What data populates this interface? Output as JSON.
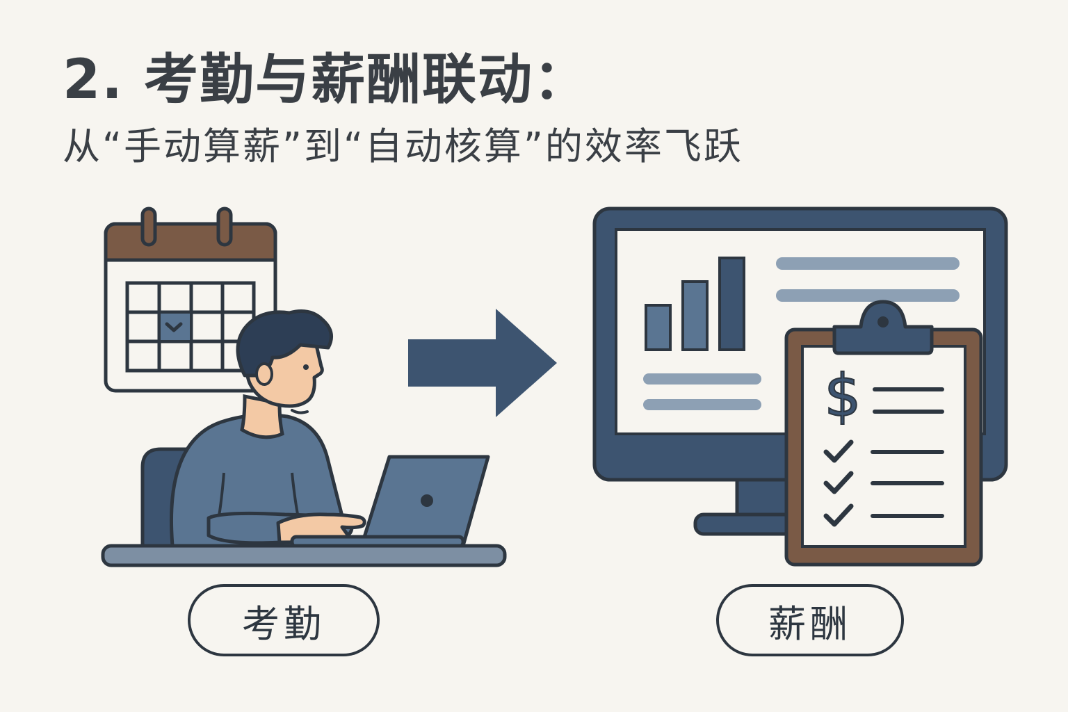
{
  "header": {
    "title": "2. 考勤与薪酬联动：",
    "subtitle": "从“手动算薪”到“自动核算”的效率飞跃"
  },
  "labels": {
    "attendance": "考勤",
    "payroll": "薪酬"
  },
  "icons": {
    "dollar": "$"
  },
  "colors": {
    "background": "#f7f5f0",
    "navy": "#3d5470",
    "slate": "#5a7592",
    "outline": "#2d3640",
    "brown": "#7a5a46",
    "skin": "#f3c9a5"
  }
}
